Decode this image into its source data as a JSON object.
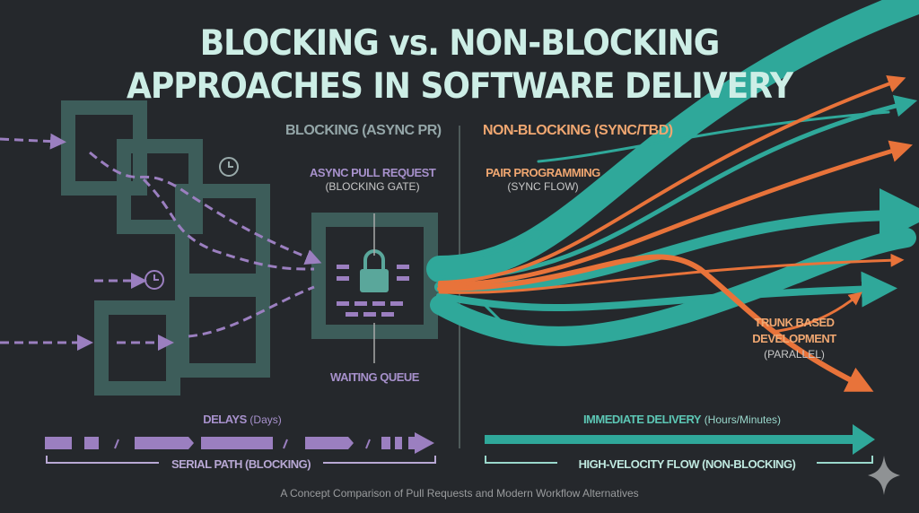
{
  "title_line1": "BLOCKING vs. NON-BLOCKING",
  "title_line2": "APPROACHES IN SOFTWARE DELIVERY",
  "left_header": "BLOCKING (ASYNC PR)",
  "right_header": "NON-BLOCKING (SYNC/TBD)",
  "gate_label": "ASYNC PULL REQUEST",
  "gate_sublabel": "(BLOCKING GATE)",
  "queue_label": "WAITING QUEUE",
  "pair_label": "PAIR PROGRAMMING",
  "pair_sublabel": "(SYNC FLOW)",
  "trunk_label_1": "TRUNK BASED",
  "trunk_label_2": "DEVELOPMENT",
  "trunk_sublabel": "(PARALLEL)",
  "delays_label": "DELAYS",
  "delays_unit": "(Days)",
  "serial_label": "SERIAL PATH (BLOCKING)",
  "immediate_label": "IMMEDIATE DELIVERY",
  "immediate_unit": "(Hours/Minutes)",
  "flow_label": "HIGH-VELOCITY FLOW (NON-BLOCKING)",
  "caption": "A Concept Comparison of Pull Requests and Modern Workflow Alternatives",
  "colors": {
    "teal": "#2fa89a",
    "orange": "#e8733a",
    "purple": "#9b7fc0",
    "box": "#3a5a58",
    "bg": "#25282c"
  }
}
